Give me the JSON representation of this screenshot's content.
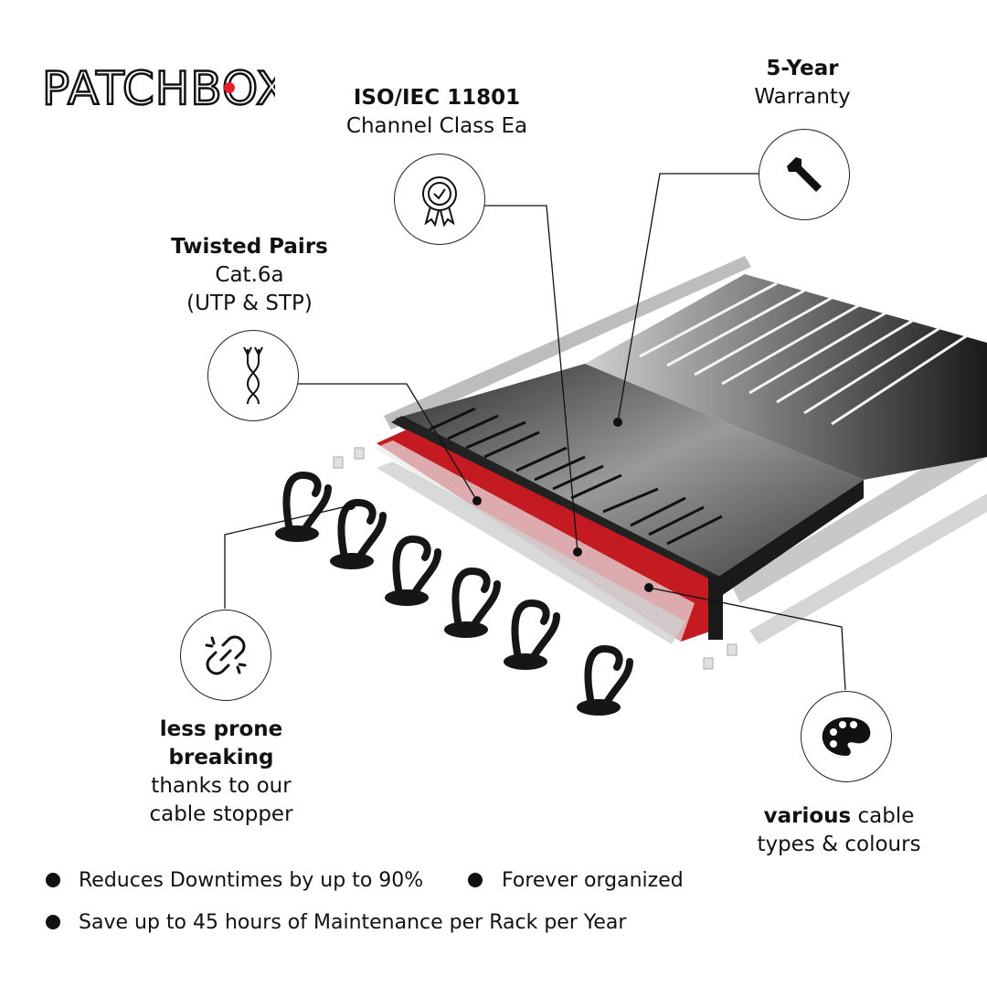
{
  "brand": {
    "logo_text": "PATCHBOX",
    "accent_color": "#e8202a"
  },
  "features": {
    "standard": {
      "title": "ISO/IEC 11801",
      "subtitle": "Channel Class Ea",
      "icon": "certificate-badge-icon"
    },
    "warranty": {
      "title": "5-Year",
      "subtitle": "Warranty",
      "icon": "wrench-icon"
    },
    "cable": {
      "title": "Twisted Pairs",
      "line2": "Cat.6a",
      "line3": "(UTP & STP)",
      "icon": "twisted-pair-icon"
    },
    "stopper": {
      "title_line1": "less prone",
      "title_line2": "breaking",
      "line3": "thanks to our",
      "line4": "cable stopper",
      "icon": "broken-link-icon"
    },
    "colours": {
      "title_bold": "various",
      "title_rest": " cable",
      "line2": "types & colours",
      "icon": "palette-icon"
    }
  },
  "bullets": [
    "Reduces Downtimes by up to 90%",
    "Forever organized",
    "Save up to 45 hours of Maintenance per Rack per Year"
  ]
}
